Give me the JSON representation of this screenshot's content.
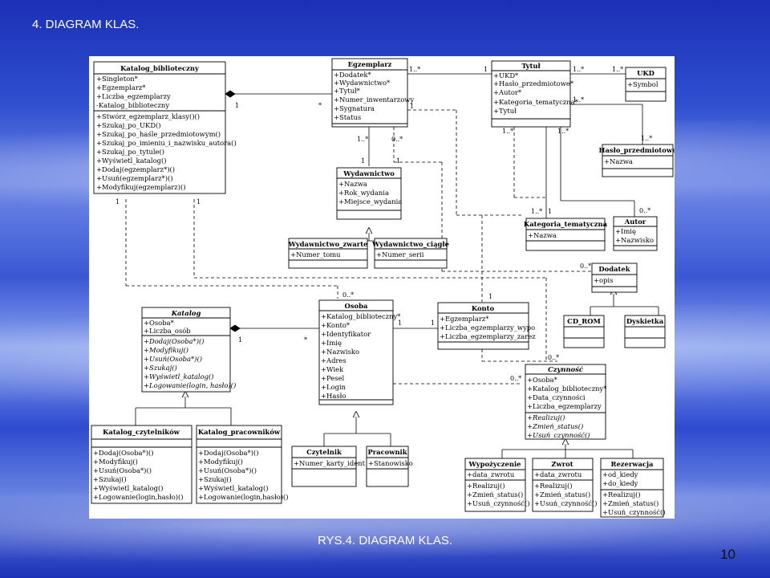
{
  "slide": {
    "title": "4. DIAGRAM KLAS.",
    "caption": "RYS.4. DIAGRAM KLAS.",
    "page_number": "10"
  },
  "classes": {
    "katalog_biblioteczny": {
      "name": "Katalog_biblioteczny",
      "attrs": [
        "+Singleton*",
        "+Egzemplarz*",
        "+Liczba_egzemplarzy",
        "-Katalog_biblioteczny"
      ],
      "ops": [
        "+Stwórz_egzemplarz_klasy()()",
        "+Szukaj_po_UKD()",
        "+Szukaj_po_haśle_przedmiotowym()",
        "+Szukaj_po_imieniu_i_nazwisku_autora()",
        "+Szukaj_po_tytule()",
        "+Wyświetl_katalog()",
        "+Dodaj(egzemplarz*)()",
        "+Usuń(egzemplarz*)()",
        "+Modyfikuj(egzemplarz)()"
      ]
    },
    "egzemplarz": {
      "name": "Egzemplarz",
      "attrs": [
        "+Dodatek*",
        "+Wydawnictwo*",
        "+Tytuł*",
        "+Numer_inwentarzowy",
        "+Sygnatura",
        "+Status"
      ]
    },
    "tytul": {
      "name": "Tytuł",
      "attrs": [
        "+UKD*",
        "+Hasło_przedmiotowe*",
        "+Autor*",
        "+Kategoria_tematyczna*",
        "+Tytuł"
      ]
    },
    "ukd": {
      "name": "UKD",
      "attrs": [
        "+Symbol"
      ]
    },
    "haslo_przedmiotowe": {
      "name": "Hasło_przedmiotowe",
      "attrs": [
        "+Nazwa"
      ]
    },
    "wydawnictwo": {
      "name": "Wydawnictwo",
      "attrs": [
        "+Nazwa",
        "+Rok_wydania",
        "+Miejsce_wydania"
      ]
    },
    "wydawnictwo_zwarte": {
      "name": "Wydawnictwo_zwarte",
      "attrs": [
        "+Numer_tomu"
      ]
    },
    "wydawnictwo_ciagle": {
      "name": "Wydawnictwo_ciągłe",
      "attrs": [
        "+Numer_serii"
      ]
    },
    "kategoria_tematyczna": {
      "name": "Kategoria_tematyczna",
      "attrs": [
        "+Nazwa"
      ]
    },
    "autor": {
      "name": "Autor",
      "attrs": [
        "+Imię",
        "+Nazwisko"
      ]
    },
    "dodatek": {
      "name": "Dodatek",
      "attrs": [
        "+opis"
      ]
    },
    "cd_rom": {
      "name": "CD_ROM"
    },
    "dyskietka": {
      "name": "Dyskietka"
    },
    "katalog": {
      "name": "Katalog",
      "attrs": [
        "+Osoba*",
        "+Liczba_osób"
      ],
      "ops": [
        "+Dodaj(Osoba*)()",
        "+Modyfikuj()",
        "+Usuń(Osoba*)()",
        "+Szukaj()",
        "+Wyświetl_katalog()",
        "+Logowanie(login, hasło)()"
      ]
    },
    "osoba": {
      "name": "Osoba",
      "attrs": [
        "+Katalog_biblioteczny*",
        "+Konto*",
        "+Identyfikator",
        "+Imię",
        "+Nazwisko",
        "+Adres",
        "+Wiek",
        "+Pesel",
        "+Login",
        "+Hasło"
      ]
    },
    "konto": {
      "name": "Konto",
      "attrs": [
        "+Egzemplarz*",
        "+Liczba_egzemplarzy_wypo",
        "+Liczba_egzemplarzy_zarez"
      ]
    },
    "czynnosc": {
      "name": "Czynność",
      "attrs": [
        "+Osoba*",
        "+Katalog_biblioteczny*",
        "+Data_czynności",
        "+Liczba_egzemplarzy"
      ],
      "ops": [
        "+Realizuj()",
        "+Zmień_status()",
        "+Usuń_czynność()"
      ]
    },
    "katalog_czytelnikow": {
      "name": "Katalog_czytelników",
      "ops": [
        "+Dodaj(Osoba*)()",
        "+Modyfikuj()",
        "+Usuń(Osoba*)()",
        "+Szukaj()",
        "+Wyświetl_katalog()",
        "+Logowanie(login,hasło)()"
      ]
    },
    "katalog_pracownikow": {
      "name": "Katalog_pracowników",
      "ops": [
        "+Dodaj(Osoba*)()",
        "+Modyfikuj()",
        "+Usuń(Osoba*)()",
        "+Szukaj()",
        "+Wyświetl_katalog()",
        "+Logowanie(login,hasło)()"
      ]
    },
    "czytelnik": {
      "name": "Czytelnik",
      "attrs": [
        "+Numer_karty_ident"
      ]
    },
    "pracownik": {
      "name": "Pracownik",
      "attrs": [
        "+Stanowisko"
      ]
    },
    "wypozyczenie": {
      "name": "Wypożyczenie",
      "attrs": [
        "+data_zwrotu"
      ],
      "ops": [
        "+Realizuj()",
        "+Zmień_status()",
        "+Usuń_czynność()"
      ]
    },
    "zwrot": {
      "name": "Zwrot",
      "attrs": [
        "+data_zwrotu"
      ],
      "ops": [
        "+Realizuj()",
        "+Zmień_status()",
        "+Usuń_czynność()"
      ]
    },
    "rezerwacja": {
      "name": "Rezerwacja",
      "attrs": [
        "+od_kiedy",
        "+do_kiedy"
      ],
      "ops": [
        "+Realizuj()",
        "+Zmień_status()",
        "+Usuń_czynność()"
      ]
    }
  },
  "multiplicities": {
    "kb_egz_1": "1",
    "kb_egz_star": "*",
    "egz_tyt_1n": "1..*",
    "egz_tyt_1": "1",
    "tyt_ukd_1n": "1..*",
    "tyt_ukd_1n_b": "1..*",
    "tyt_haslo_1n": "1..*",
    "tyt_haslo_1n_b": "1..*",
    "egz_kons_1": "1",
    "egz_wyd_1n": "1..*",
    "egz_wyd_1": "1",
    "egz_dod_0n": "0..*",
    "egz_dod_1": "1",
    "tyt_kat_1n": "1..*",
    "tyt_kat_1n_b": "1..*",
    "kat_1": "1",
    "tyt_autor_1n": "1..*",
    "autor_0n": "0..*",
    "dodatek_0n": "0..*",
    "kb_left_1": "1",
    "kb_left_1b": "1",
    "katalog_osoba_1": "1",
    "katalog_osoba_star": "*",
    "osoba_0n": "0..*",
    "osoba_konto_1": "1",
    "osoba_konto_1b": "1",
    "konto_1": "1",
    "czynnosc_0n": "0..*",
    "czynnosc_0n_b": "0..*"
  }
}
